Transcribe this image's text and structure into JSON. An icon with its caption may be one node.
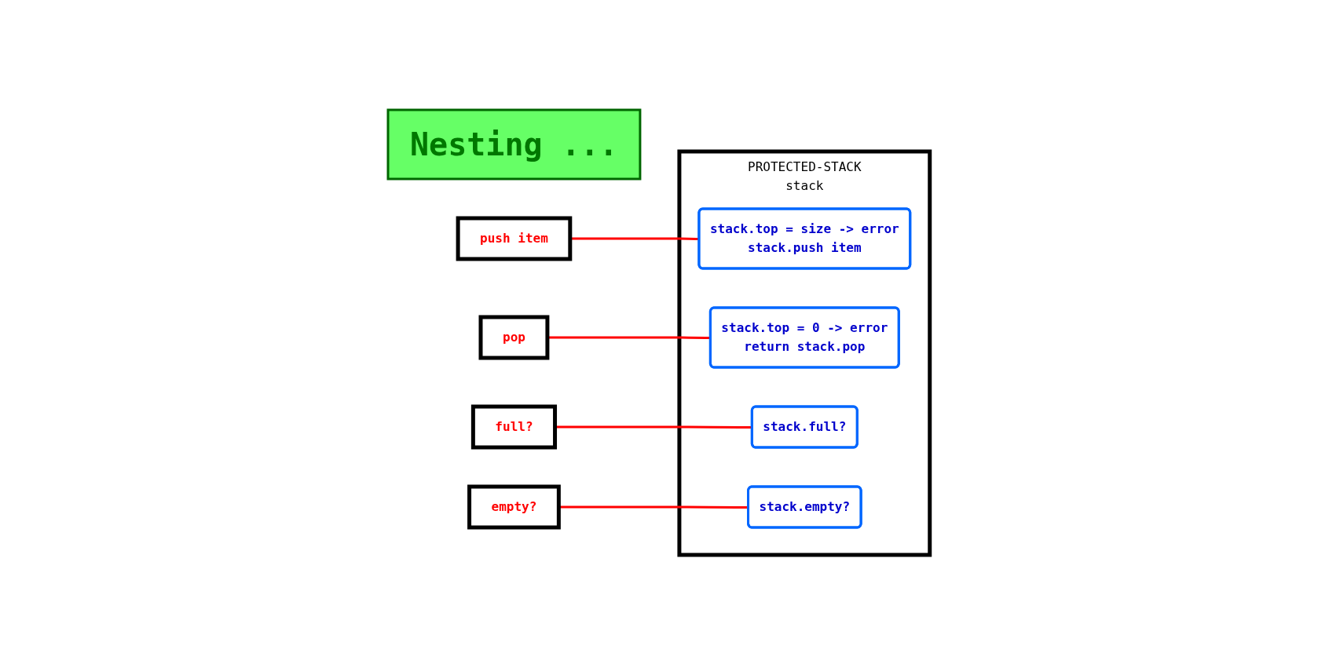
{
  "diagram": {
    "nodes": [
      {
        "text": [
          "PROTECTED-STACK",
          "stack"
        ]
      },
      {
        "text": [
          "Nesting ..."
        ]
      },
      {
        "text": [
          "push item"
        ]
      },
      {
        "text": [
          "stack.top = size -> error",
          "stack.push item"
        ],
        "in": 0
      },
      {
        "text": [
          "pop"
        ]
      },
      {
        "text": [
          "stack.top = 0 -> error",
          "return stack.pop"
        ],
        "in": 0
      },
      {
        "text": [
          "full?"
        ]
      },
      {
        "text": [
          "stack.full?"
        ],
        "in": 0
      },
      {
        "text": [
          "empty?"
        ]
      },
      {
        "text": [
          "stack.empty?"
        ],
        "in": 0
      }
    ],
    "edges": [
      {
        "from": 2,
        "to": 3,
        "arrow": "none"
      },
      {
        "from": 4,
        "to": 5,
        "arrow": "none"
      },
      {
        "from": 6,
        "to": 7,
        "arrow": "none"
      },
      {
        "from": 8,
        "to": 9,
        "arrow": "none"
      }
    ]
  }
}
